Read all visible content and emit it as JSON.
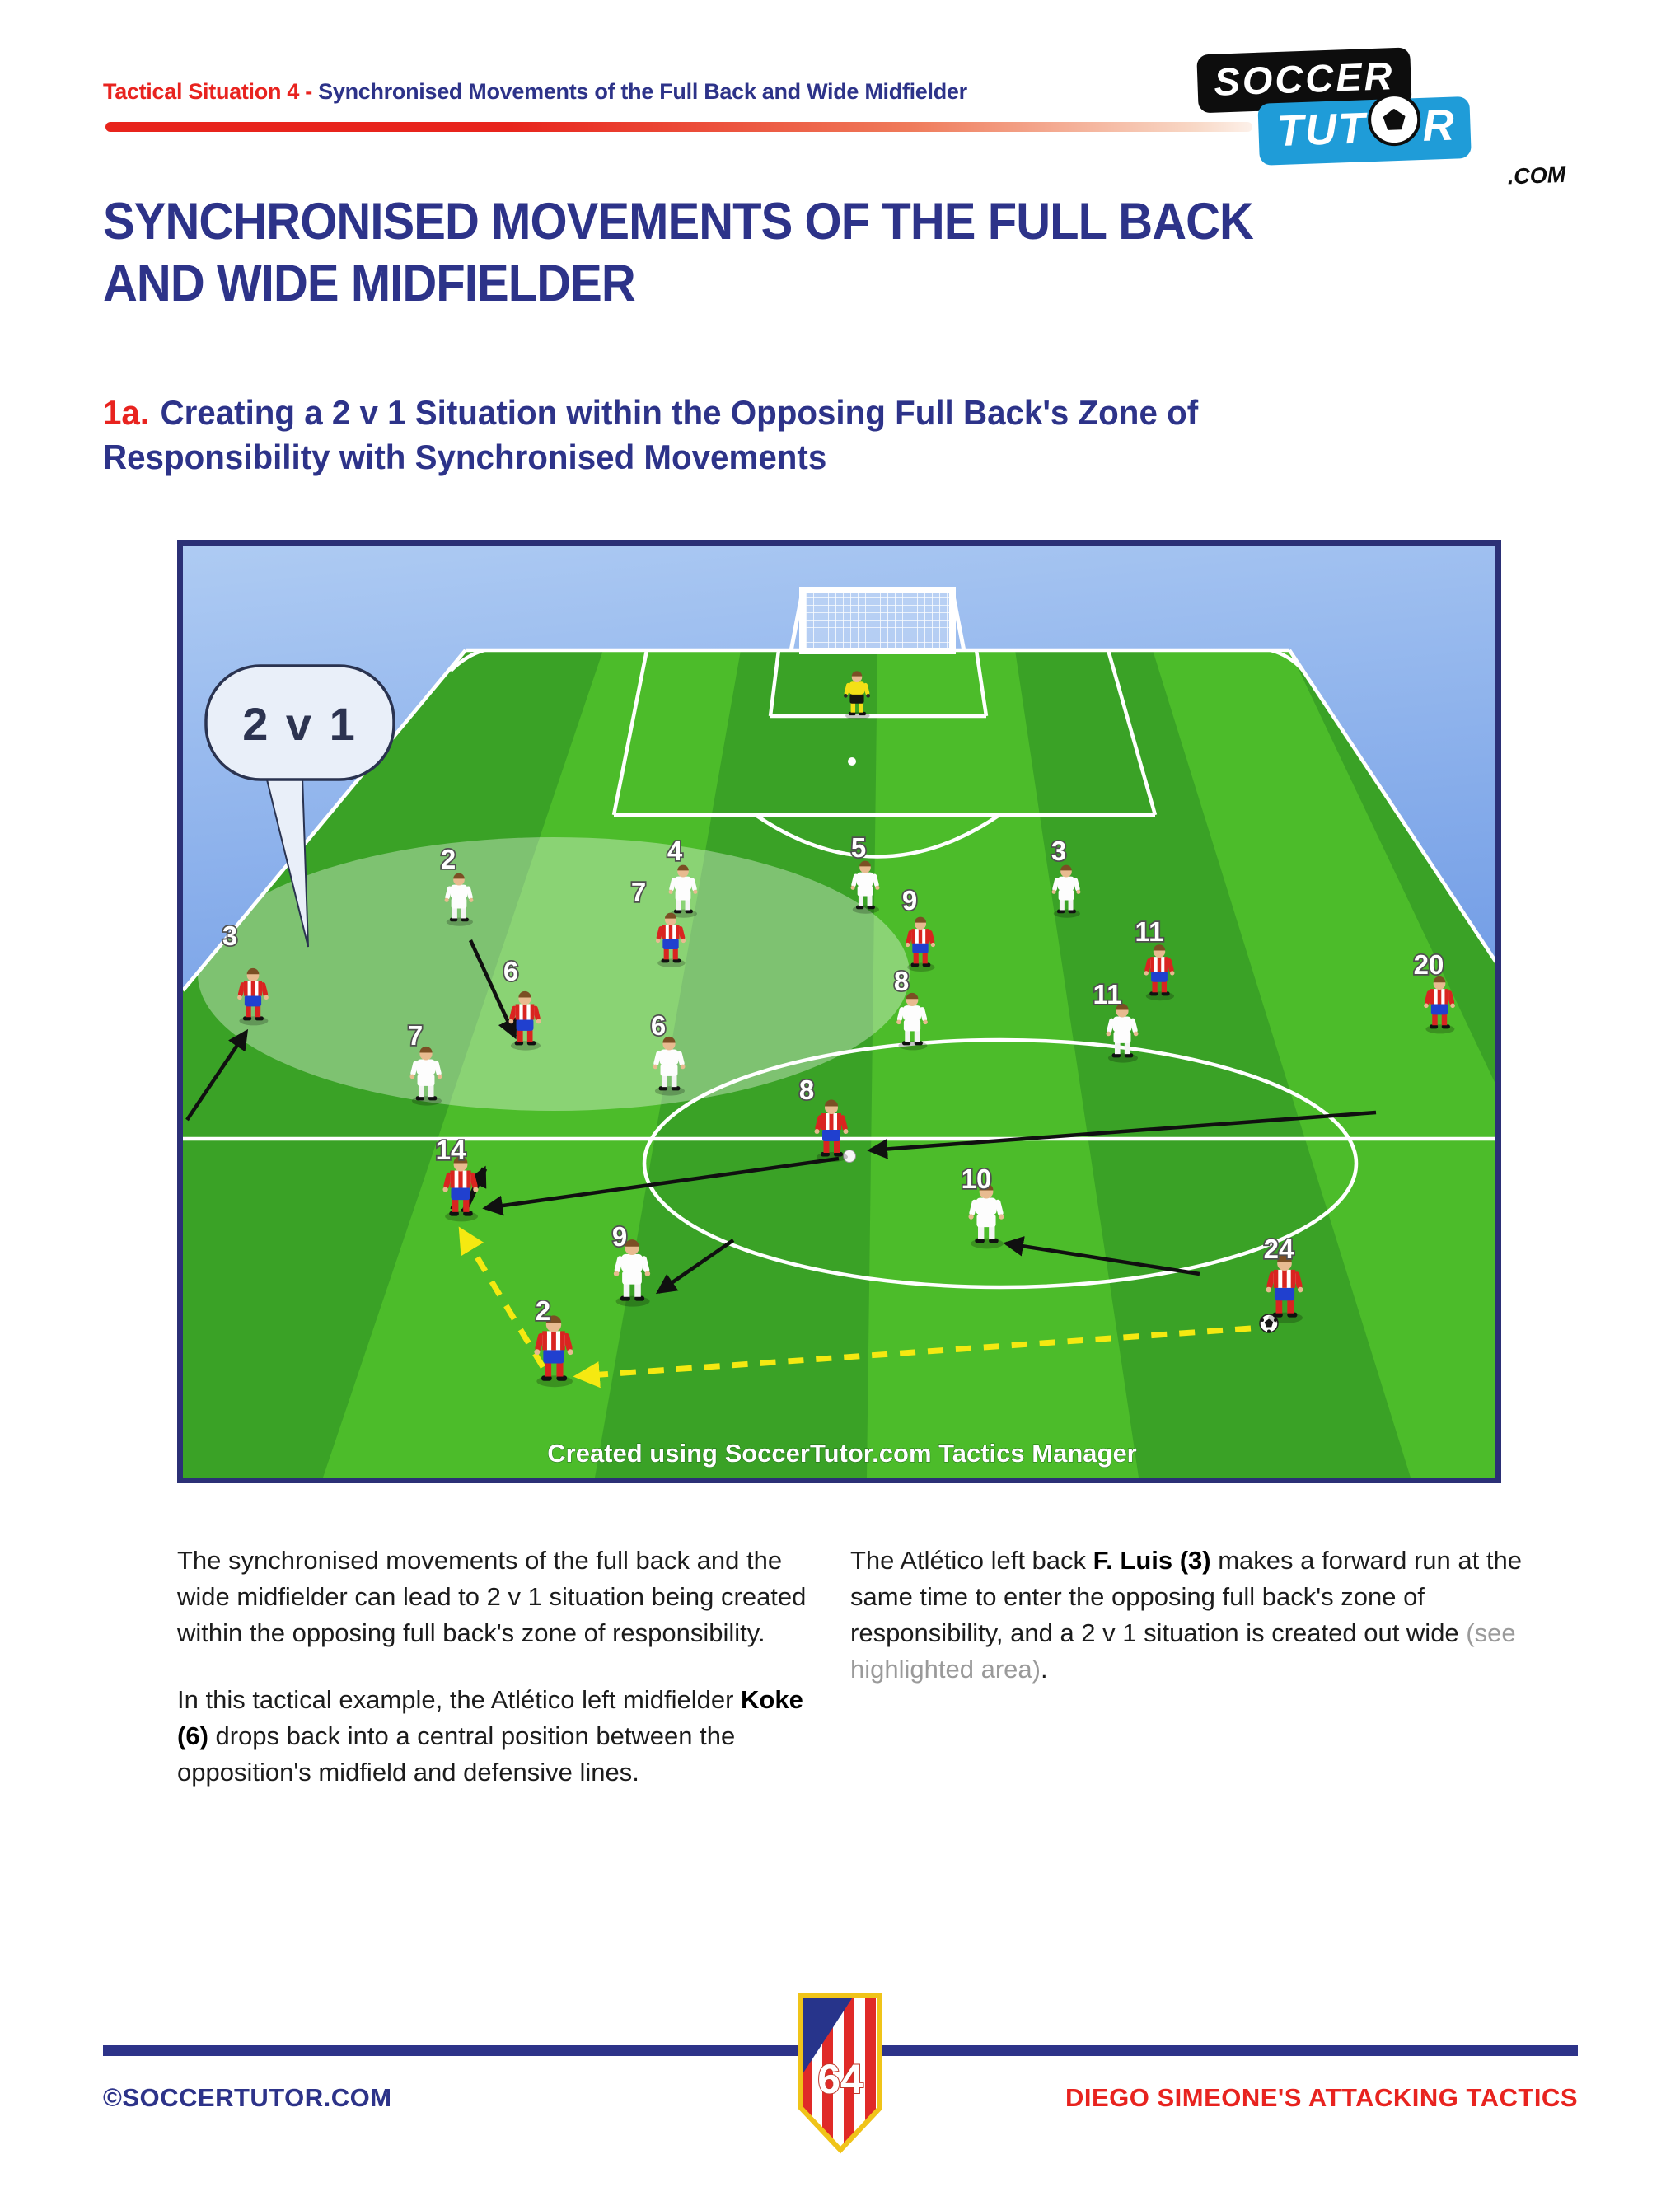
{
  "header": {
    "kicker_red": "Tactical Situation 4 - ",
    "kicker_blue": "Synchronised Movements of the Full Back and Wide Midfielder"
  },
  "logo": {
    "top": "SOCCER",
    "mid_pre": "TUT",
    "mid_post": "R",
    "dotcom": ".COM"
  },
  "title": {
    "line1": "SYNCHRONISED MOVEMENTS OF THE FULL BACK",
    "line2": "AND WIDE MIDFIELDER"
  },
  "subtitle": {
    "num": "1a.",
    "line1": "Creating a 2 v 1 Situation within the Opposing Full Back's Zone of",
    "line2": "Responsibility with Synchronised Movements"
  },
  "diagram": {
    "bubble_label": "2 v 1",
    "caption": "Created using SoccerTutor.com Tactics Manager",
    "players": [
      {
        "team": "opposition-goalkeeper",
        "number": ""
      },
      {
        "team": "opposition",
        "number": "2"
      },
      {
        "team": "opposition",
        "number": "4"
      },
      {
        "team": "opposition",
        "number": "5"
      },
      {
        "team": "opposition",
        "number": "3"
      },
      {
        "team": "atletico",
        "number": "7"
      },
      {
        "team": "atletico",
        "number": "9"
      },
      {
        "team": "atletico",
        "number": "3"
      },
      {
        "team": "atletico",
        "number": "6"
      },
      {
        "team": "opposition",
        "number": "7"
      },
      {
        "team": "opposition",
        "number": "6"
      },
      {
        "team": "opposition",
        "number": "8"
      },
      {
        "team": "atletico",
        "number": "11"
      },
      {
        "team": "opposition",
        "number": "11"
      },
      {
        "team": "atletico",
        "number": "20"
      },
      {
        "team": "atletico",
        "number": "8"
      },
      {
        "team": "opposition",
        "number": "10"
      },
      {
        "team": "atletico",
        "number": "14"
      },
      {
        "team": "opposition",
        "number": "9"
      },
      {
        "team": "atletico",
        "number": "2"
      },
      {
        "team": "atletico",
        "number": "24"
      }
    ]
  },
  "body": {
    "left_p1": "The synchronised movements of the full back and the wide midfielder can lead to 2 v 1 situation being created within the opposing full back's zone of responsibility.",
    "left_p2_a": "In this tactical example, the Atlético left midfielder ",
    "left_p2_b": "Koke (6)",
    "left_p2_c": " drops back into a central position between the opposition's midfield and defensive lines.",
    "right_p1_a": "The Atlético left back ",
    "right_p1_b": "F. Luis (3)",
    "right_p1_c": " makes a forward run at the same time to enter the opposing full back's zone of responsibility, and a 2 v 1 situation is created out wide ",
    "right_p1_d": "(see highlighted area)",
    "right_p1_e": "."
  },
  "footer": {
    "copyright": "©SOCCERTUTOR.COM",
    "page_number": "64",
    "book_title": "DIEGO SIMEONE'S ATTACKING TACTICS"
  },
  "colors": {
    "navy": "#2d3389",
    "red": "#e8231f",
    "pitch_dark": "#3aa226",
    "pitch_light": "#4cbc2a",
    "sky_top": "#a6c6f1",
    "sky_bottom": "#497edb",
    "arrow_yellow": "#f5e911",
    "logo_blue": "#1f9cd8",
    "atletico_shorts": "#2040cf",
    "gk_kit": "#f3e016"
  }
}
